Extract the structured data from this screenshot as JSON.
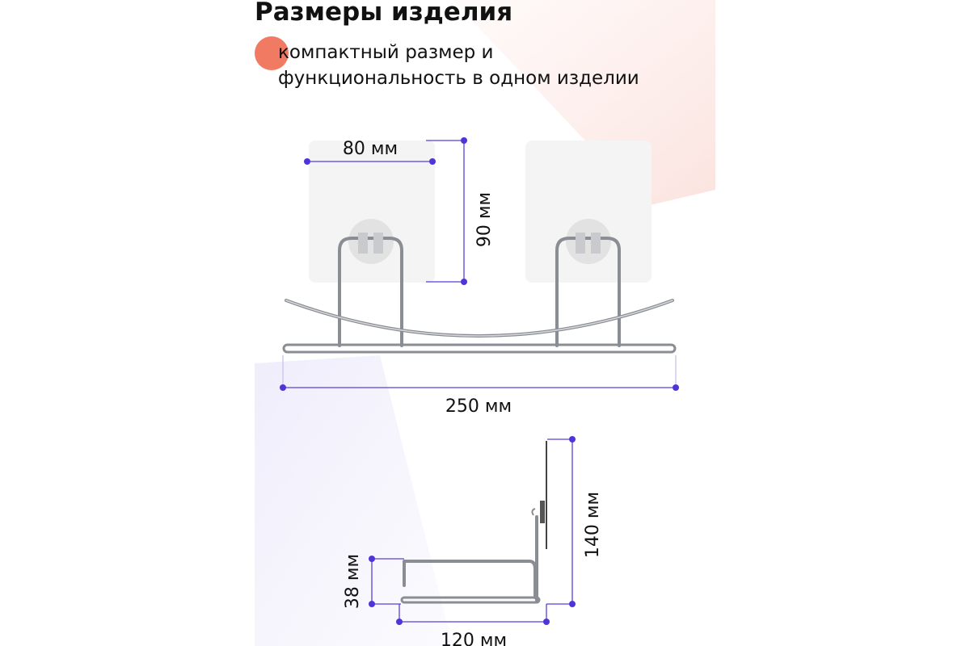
{
  "header": {
    "title": "Размеры изделия",
    "subtitle_line1": "компактный размер и",
    "subtitle_line2": "функциональность в одном изделии"
  },
  "front_view": {
    "pad_width": "80 мм",
    "pad_height": "90 мм",
    "total_width": "250 мм"
  },
  "side_view": {
    "total_height": "140 мм",
    "basket_height": "38 мм",
    "depth": "120 мм"
  },
  "colors": {
    "accent_dot": "#f07a62",
    "dimension_line": "#5134d9"
  }
}
